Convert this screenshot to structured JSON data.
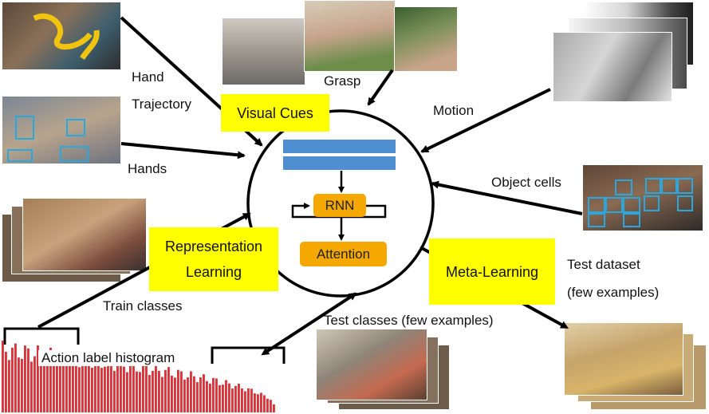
{
  "labels": {
    "hand_trajectory": [
      "Hand",
      "Trajectory"
    ],
    "grasp": "Grasp",
    "motion": "Motion",
    "hands": "Hands",
    "object_cells": "Object cells",
    "train_classes": "Train classes",
    "test_dataset": [
      "Test dataset",
      "(few examples)"
    ],
    "test_classes": "Test classes (few examples)",
    "histogram": "Action label histogram"
  },
  "boxes": {
    "visual_cues": "Visual Cues",
    "representation_learning": [
      "Representation",
      "Learning"
    ],
    "meta_learning": "Meta-Learning"
  },
  "model": {
    "rnn": "RNN",
    "attention": "Attention"
  },
  "colors": {
    "feature_bar": "#4f8ed0",
    "orange": "#f5a800",
    "yellow": "#ffff00",
    "histogram_bar": "#d9343a",
    "cell_box": "#29a8e0"
  }
}
